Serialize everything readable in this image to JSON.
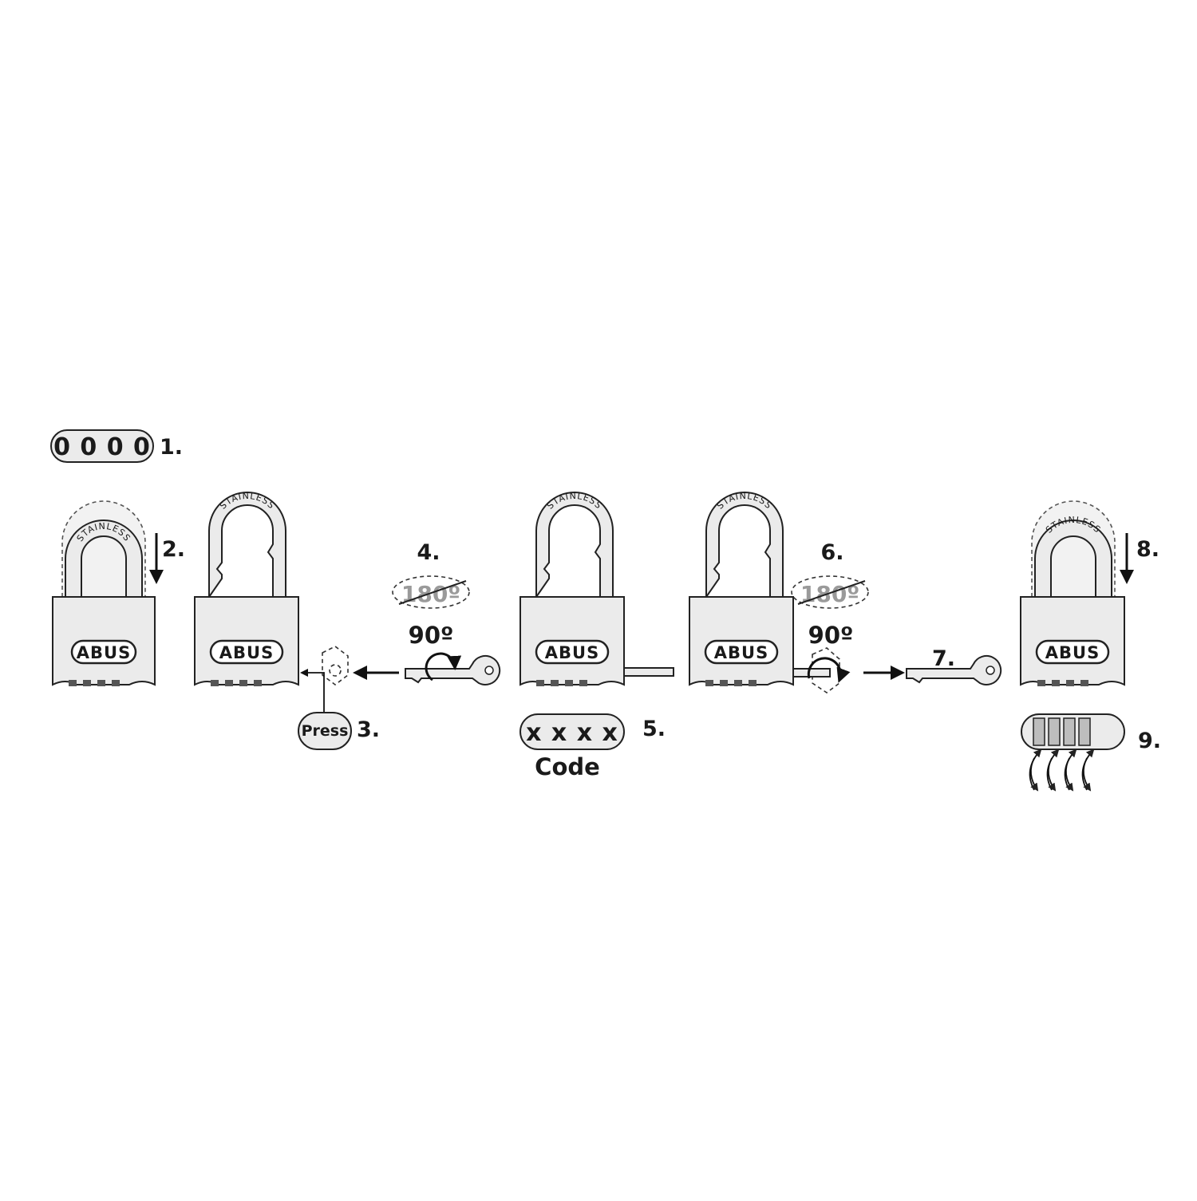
{
  "steps": {
    "s1": "1.",
    "s2": "2.",
    "s3": "3.",
    "s4": "4.",
    "s5": "5.",
    "s6": "6.",
    "s7": "7.",
    "s8": "8.",
    "s9": "9."
  },
  "default_code": "0 0 0 0",
  "new_code": "x x x x",
  "code_label": "Code",
  "press_label": "Press",
  "forbidden_angle": "180º",
  "turn_angle": "90º",
  "brand": "ABUS",
  "shackle_text": "STAINLESS",
  "colors": {
    "lock_fill": "#ebebeb",
    "outline": "#222222",
    "ghost_outline": "#555555",
    "crossed_text": "#9a9a9a"
  }
}
